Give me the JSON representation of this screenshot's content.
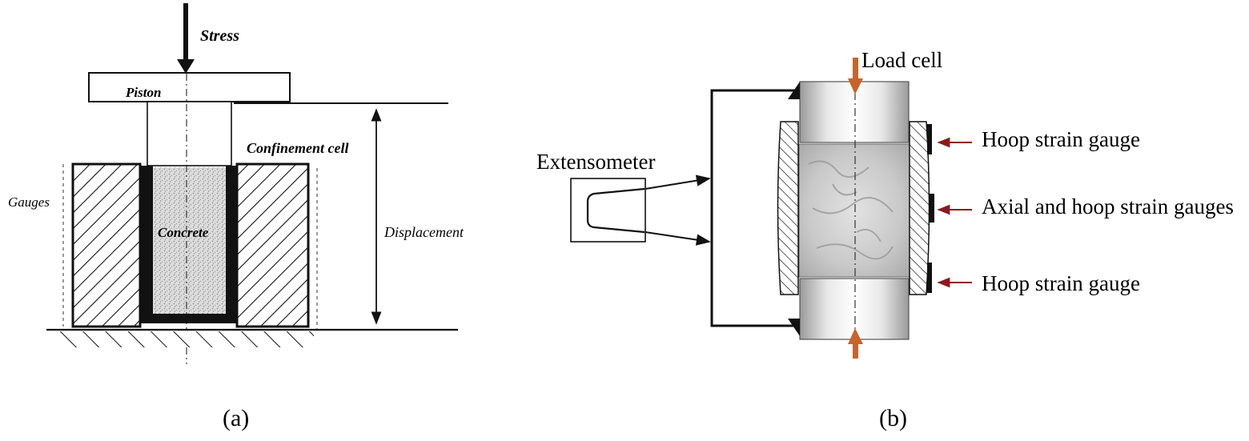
{
  "panel_a": {
    "stress": "Stress",
    "piston": "Piston",
    "confinement_cell": "Confinement cell",
    "gauges": "Gauges",
    "concrete": "Concrete",
    "displacement": "Displacement",
    "caption": "(a)"
  },
  "panel_b": {
    "load_cell": "Load cell",
    "extensometer": "Extensometer",
    "hoop_top": "Hoop strain gauge",
    "axial_hoop": "Axial and hoop strain gauges",
    "hoop_bottom": "Hoop strain gauge",
    "caption": "(b)"
  },
  "colors": {
    "ink": "#111111",
    "load_arrow": "#c8642a",
    "gauge_arrow": "#8b1a1a"
  }
}
